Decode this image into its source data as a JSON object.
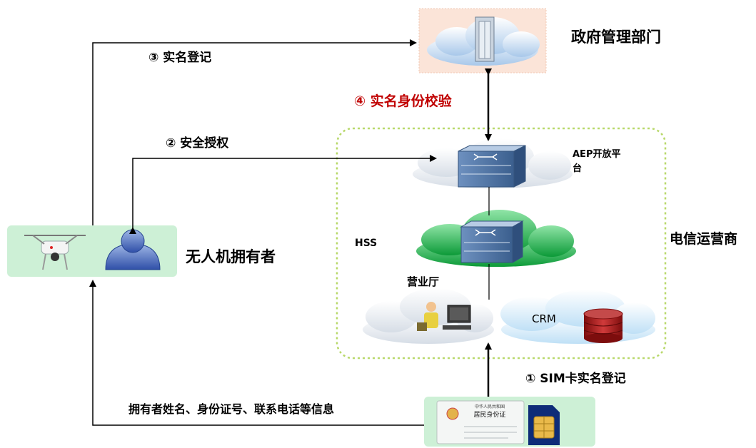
{
  "labels": {
    "gov": "政府管理部门",
    "realname_register": "③ 实名登记",
    "identity_verify": "④ 实名身份校验",
    "security_auth": "② 安全授权",
    "aep_line1": "AEP开放平",
    "aep_line2": "台",
    "hss": "HSS",
    "telecom": "电信运营商",
    "owner": "无人机拥有者",
    "business_hall": "营业厅",
    "crm": "CRM",
    "sim_register": "① SIM卡实名登记",
    "owner_info": "拥有者姓名、身份证号、联系电话等信息"
  },
  "id_card": {
    "title_small": "中华人民共和国",
    "title_big": "居民身份证"
  },
  "colors": {
    "highlight_red": "#c00000",
    "operator_dashed_border": "#b8d86a",
    "gov_box": "#fbe4d8",
    "owner_box": "#cdf0d6",
    "hss_cloud": "#22b04a",
    "server_blue": "#4a6f9a",
    "database": "#a01c1c"
  }
}
